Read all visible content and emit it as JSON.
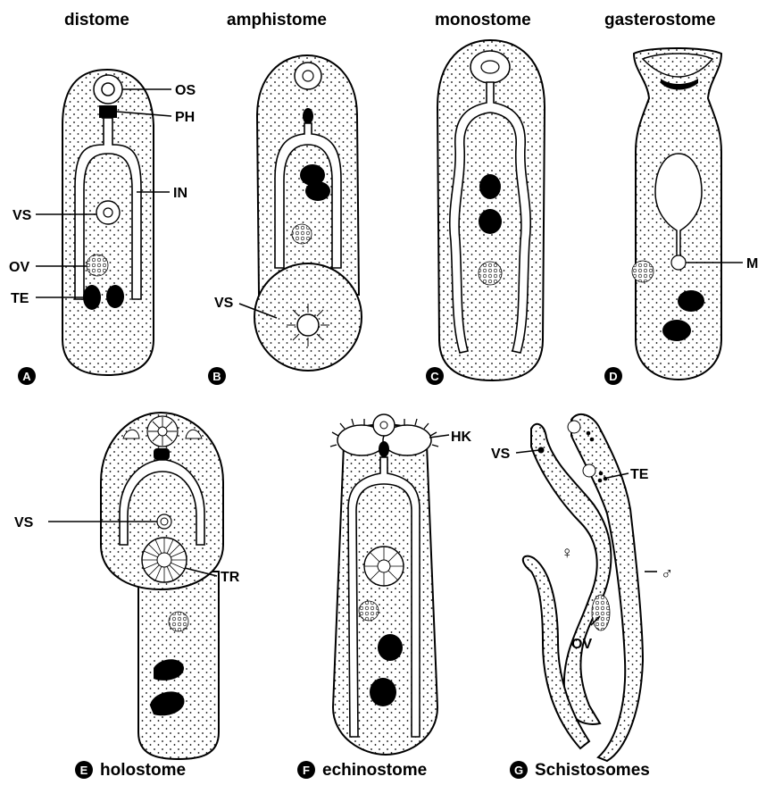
{
  "panels": {
    "A": {
      "badge": "A",
      "title": "distome"
    },
    "B": {
      "badge": "B",
      "title": "amphistome"
    },
    "C": {
      "badge": "C",
      "title": "monostome"
    },
    "D": {
      "badge": "D",
      "title": "gasterostome"
    },
    "E": {
      "badge": "E",
      "title": "holostome"
    },
    "F": {
      "badge": "F",
      "title": "echinostome"
    },
    "G": {
      "badge": "G",
      "title": "Schistosomes"
    }
  },
  "labels": {
    "os": "OS",
    "ph": "PH",
    "in": "IN",
    "vs": "VS",
    "ov": "OV",
    "te": "TE",
    "m": "M",
    "tr": "TR",
    "hk": "HK",
    "female": "♀",
    "male": "♂"
  },
  "colors": {
    "ink": "#000000",
    "paper": "#ffffff"
  }
}
